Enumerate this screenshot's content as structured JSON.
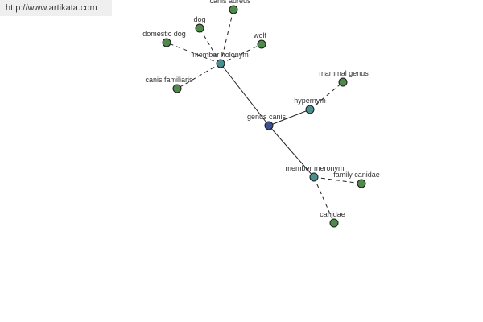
{
  "header": {
    "url_text": "http://www.artikata.com"
  },
  "colors": {
    "center": "#3f4f8f",
    "relation": "#4a8f8f",
    "leaf": "#4f8a4a"
  },
  "graph": {
    "nodes": [
      {
        "id": "genus-canis",
        "label": "genus canis",
        "kind": "center"
      },
      {
        "id": "member-holonym",
        "label": "member holonym",
        "kind": "relation"
      },
      {
        "id": "hypernym",
        "label": "hypernym",
        "kind": "relation"
      },
      {
        "id": "member-meronym",
        "label": "member meronym",
        "kind": "relation"
      },
      {
        "id": "canis-aureus",
        "label": "canis aureus",
        "kind": "leaf"
      },
      {
        "id": "dog",
        "label": "dog",
        "kind": "leaf"
      },
      {
        "id": "domestic-dog",
        "label": "domestic dog",
        "kind": "leaf"
      },
      {
        "id": "wolf",
        "label": "wolf",
        "kind": "leaf"
      },
      {
        "id": "canis-familiaris",
        "label": "canis familiaris",
        "kind": "leaf"
      },
      {
        "id": "mammal-genus",
        "label": "mammal genus",
        "kind": "leaf"
      },
      {
        "id": "family-canidae",
        "label": "family canidae",
        "kind": "leaf"
      },
      {
        "id": "canidae",
        "label": "canidae",
        "kind": "leaf"
      }
    ],
    "edges": [
      {
        "from": "genus-canis",
        "to": "member-holonym",
        "style": "solid"
      },
      {
        "from": "genus-canis",
        "to": "hypernym",
        "style": "solid"
      },
      {
        "from": "genus-canis",
        "to": "member-meronym",
        "style": "solid"
      },
      {
        "from": "member-holonym",
        "to": "canis-aureus",
        "style": "dashed"
      },
      {
        "from": "member-holonym",
        "to": "dog",
        "style": "dashed"
      },
      {
        "from": "member-holonym",
        "to": "domestic-dog",
        "style": "dashed"
      },
      {
        "from": "member-holonym",
        "to": "wolf",
        "style": "dashed"
      },
      {
        "from": "member-holonym",
        "to": "canis-familiaris",
        "style": "dashed"
      },
      {
        "from": "hypernym",
        "to": "mammal-genus",
        "style": "dashed"
      },
      {
        "from": "member-meronym",
        "to": "family-canidae",
        "style": "dashed"
      },
      {
        "from": "member-meronym",
        "to": "canidae",
        "style": "dashed"
      }
    ]
  }
}
